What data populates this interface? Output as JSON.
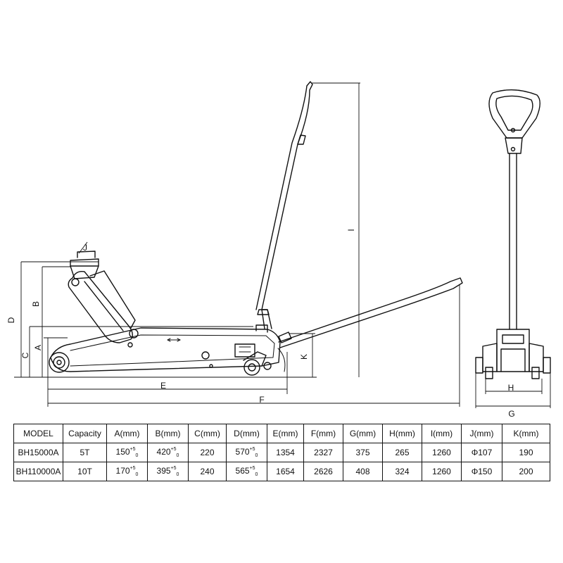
{
  "labels": {
    "A": "A",
    "B": "B",
    "C": "C",
    "D": "D",
    "E": "E",
    "F": "F",
    "G": "G",
    "H": "H",
    "I": "I",
    "J": "J",
    "K": "K"
  },
  "table": {
    "headers": [
      "MODEL",
      "Capacity",
      "A(mm)",
      "B(mm)",
      "C(mm)",
      "D(mm)",
      "E(mm)",
      "F(mm)",
      "G(mm)",
      "H(mm)",
      "I(mm)",
      "J(mm)",
      "K(mm)"
    ],
    "rows": [
      {
        "model": "BH15000A",
        "capacity": "5T",
        "a": "150",
        "a_tol_up": "+5",
        "a_tol_down": "0",
        "b": "420",
        "b_tol_up": "+5",
        "b_tol_down": "0",
        "c": "220",
        "d": "570",
        "d_tol_up": "+5",
        "d_tol_down": "0",
        "e": "1354",
        "f": "2327",
        "g": "375",
        "h": "265",
        "i": "1260",
        "j": "Φ107",
        "k": "190"
      },
      {
        "model": "BH110000A",
        "capacity": "10T",
        "a": "170",
        "a_tol_up": "+5",
        "a_tol_down": "0",
        "b": "395",
        "b_tol_up": "+5",
        "b_tol_down": "0",
        "c": "240",
        "d": "565",
        "d_tol_up": "+5",
        "d_tol_down": "0",
        "e": "1654",
        "f": "2626",
        "g": "408",
        "h": "324",
        "i": "1260",
        "j": "Φ150",
        "k": "200"
      }
    ]
  }
}
